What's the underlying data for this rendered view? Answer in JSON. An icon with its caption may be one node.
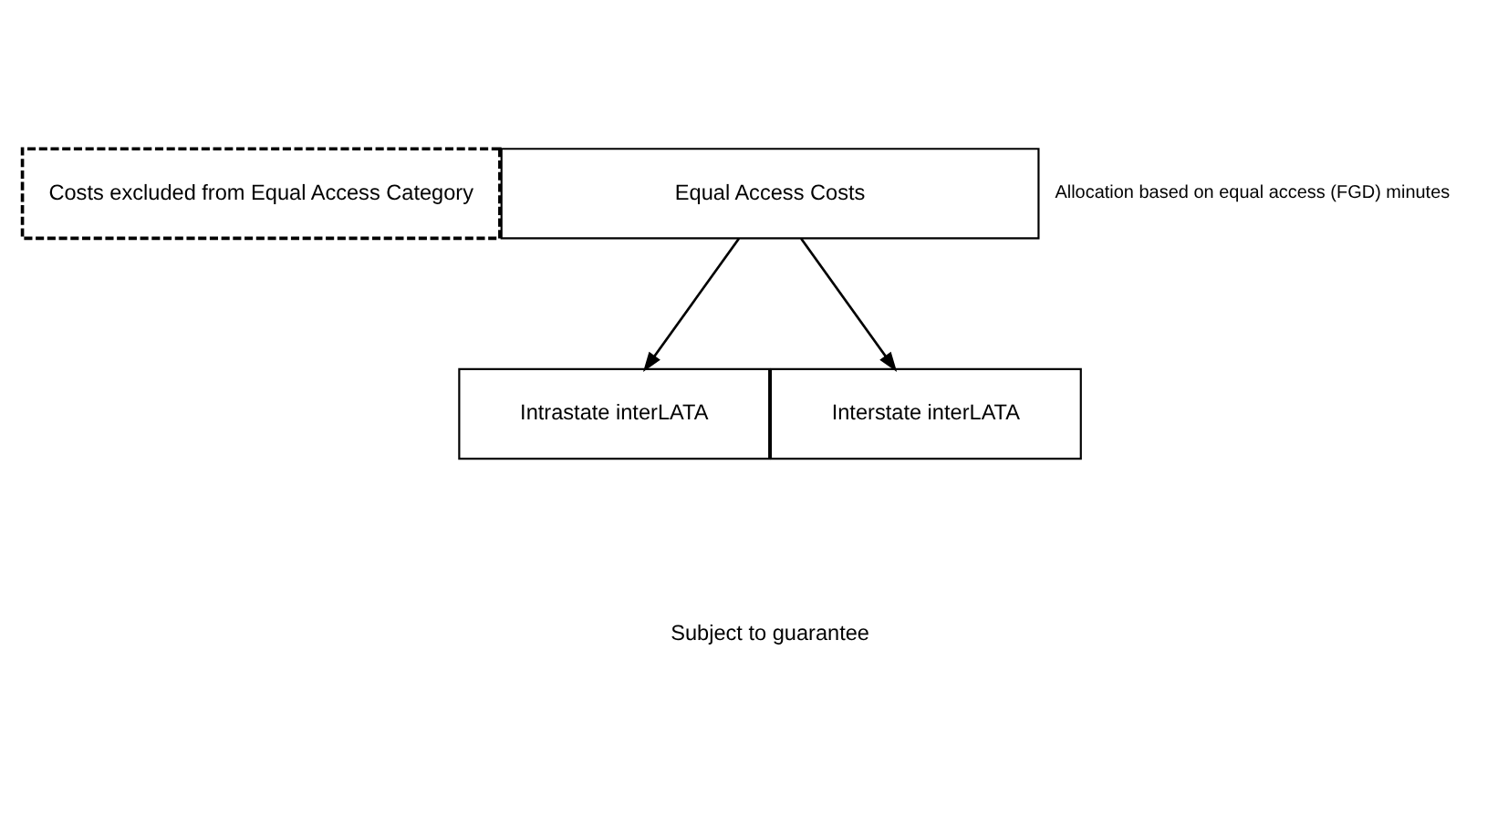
{
  "diagram": {
    "nodes": [
      {
        "text": [
          "Costs excluded from Equal Access Category"
        ]
      },
      {
        "text": [
          "Equal Access Costs"
        ]
      },
      {
        "text": [
          "Intrastate interLATA"
        ]
      },
      {
        "text": [
          "Interstate interLATA"
        ]
      }
    ],
    "edges": [
      {
        "from": 1,
        "to": 2,
        "arrow": "to"
      },
      {
        "from": 1,
        "to": 3,
        "arrow": "to"
      }
    ],
    "labels": [
      "Allocation based on equal access (FGD) minutes",
      "Subject to guarantee"
    ]
  }
}
